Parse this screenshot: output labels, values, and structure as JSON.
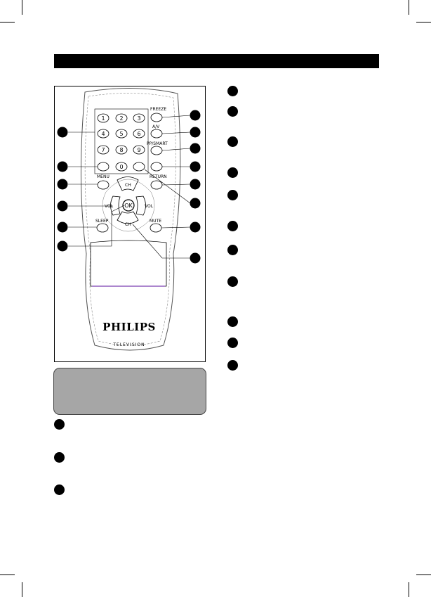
{
  "remote": {
    "digits": [
      "1",
      "2",
      "3",
      "4",
      "5",
      "6",
      "7",
      "8",
      "9",
      "0"
    ],
    "labels": {
      "freeze": "FREEZE",
      "av": "A/V",
      "pp": "PP/SMART",
      "menu": "MENU",
      "ch_up": "CH",
      "ch_down": "CH",
      "vol_left": "VOL",
      "vol_right": "VOL",
      "ok": "OK",
      "sleep": "SLEEP",
      "mute": "MUTE",
      "return": "RETURN"
    },
    "brand": "PHILIPS",
    "product": "TELEVISION"
  }
}
